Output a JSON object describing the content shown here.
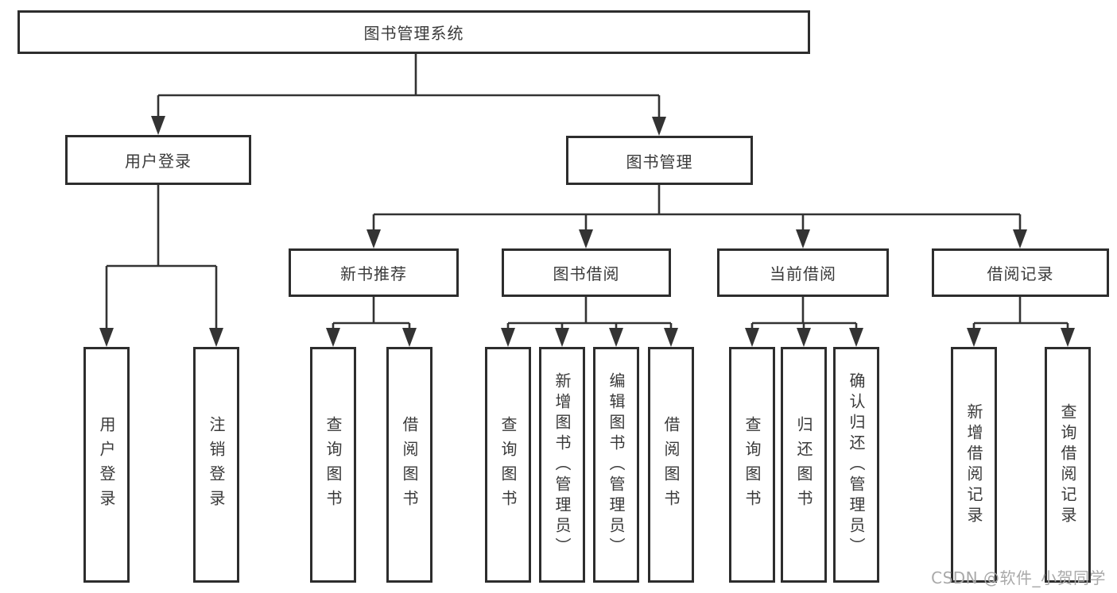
{
  "tree": {
    "root": "图书管理系统",
    "children": [
      {
        "label": "用户登录",
        "children": [
          "用户登录",
          "注销登录"
        ]
      },
      {
        "label": "图书管理",
        "children": [
          {
            "label": "新书推荐",
            "children": [
              "查询图书",
              "借阅图书"
            ]
          },
          {
            "label": "图书借阅",
            "children": [
              "查询图书",
              "新增图书（管理员）",
              "编辑图书（管理员）",
              "借阅图书"
            ]
          },
          {
            "label": "当前借阅",
            "children": [
              "查询图书",
              "归还图书",
              "确认归还（管理员）"
            ]
          },
          {
            "label": "借阅记录",
            "children": [
              "新增借阅记录",
              "查询借阅记录"
            ]
          }
        ]
      }
    ]
  },
  "watermark": "CSDN @软件_小贺同学",
  "colors": {
    "line": "#333333",
    "box_border": "#2d2d2d",
    "text": "#3a3a3a",
    "watermark": "#a9a9a9",
    "background": "#ffffff"
  }
}
